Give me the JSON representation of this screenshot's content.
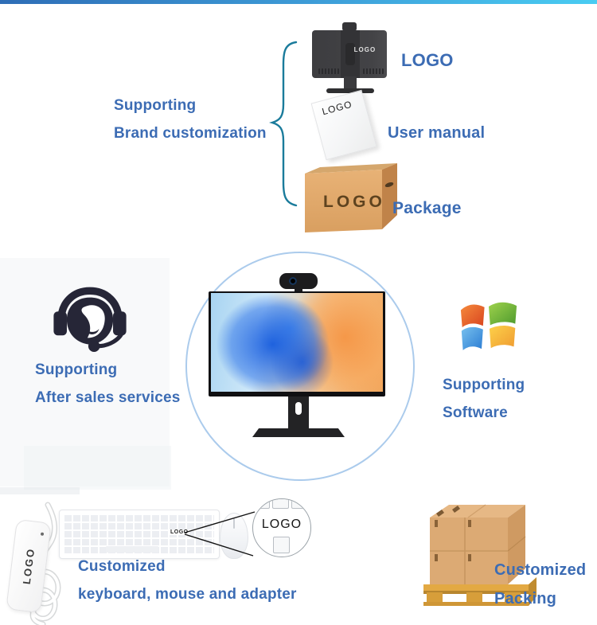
{
  "colors": {
    "accent_text_blue": "#3c6cb4",
    "brace_teal": "#1a7b9b",
    "circle_border_blue": "#abcbec",
    "top_bar_gradient": [
      "#2e6db6",
      "#49ccf2"
    ],
    "carton_tan": "#dcaa74",
    "pallet_gold": "#e3a943"
  },
  "brand_customization": {
    "heading_line1": "Supporting",
    "heading_line2": "Brand customization",
    "items": [
      {
        "name": "monitor-back",
        "logo_text": "LOGO",
        "label": "LOGO"
      },
      {
        "name": "user-manual",
        "logo_text": "LOGO",
        "label": "User manual"
      },
      {
        "name": "package-box",
        "logo_text": "LOGO",
        "label": "Package"
      }
    ]
  },
  "after_sales": {
    "line1": "Supporting",
    "line2": "After sales services"
  },
  "software": {
    "line1": "Supporting",
    "line2": "Software"
  },
  "customization_bottom": {
    "adapter_logo": "LOGO",
    "keyboard_logo": "LOGO",
    "magnifier_logo": "LOGO",
    "line1": "Customized",
    "line2": "keyboard, mouse and adapter"
  },
  "packing": {
    "line1": "Customized",
    "line2": "Packing"
  }
}
